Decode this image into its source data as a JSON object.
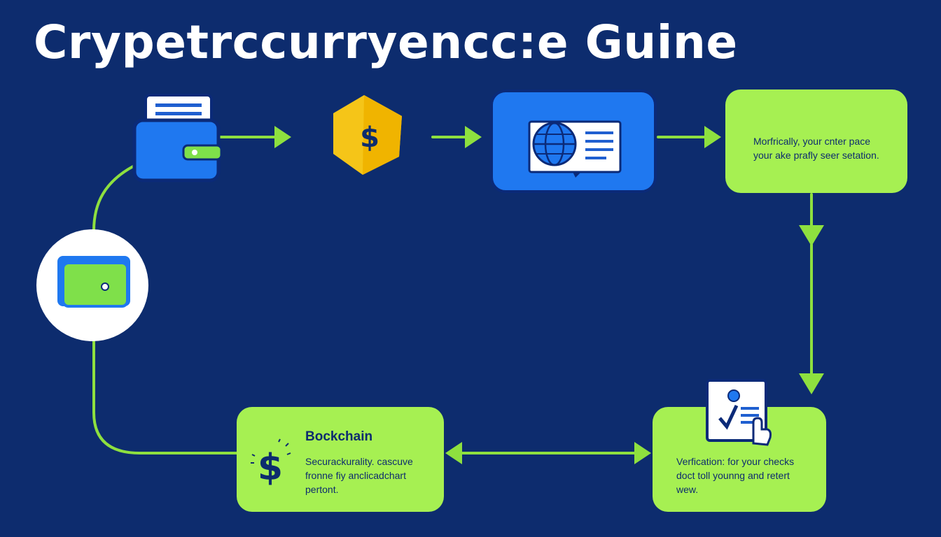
{
  "title": "Crypetrccurryencc:e Guine",
  "colors": {
    "background": "#0d2c6e",
    "accent_green": "#a6f052",
    "accent_blue": "#1f78f0",
    "coin_yellow": "#f5c518"
  },
  "nodes": {
    "top_wallet": {
      "icon": "wallet-icon"
    },
    "coin": {
      "icon": "dollar-coin-icon",
      "symbol": "$"
    },
    "globe_card": {
      "icon": "globe-document-icon"
    },
    "info_box": {
      "line1": "Morfrically, your cnter pace",
      "line2": "your ake prafly seer setation."
    },
    "left_wallet": {
      "icon": "wallet-icon"
    },
    "blockchain_box": {
      "icon": "dollar-sign-icon",
      "symbol": "$",
      "heading": "Bockchain",
      "line1": "Securackurality. cascuve",
      "line2": "fronne fiy anclicadchart",
      "line3": "pertont."
    },
    "verification_box": {
      "icon": "verification-document-icon",
      "line1": "Verfication: for your checks",
      "line2": "doct toll younng and retert",
      "line3": "wew."
    }
  }
}
